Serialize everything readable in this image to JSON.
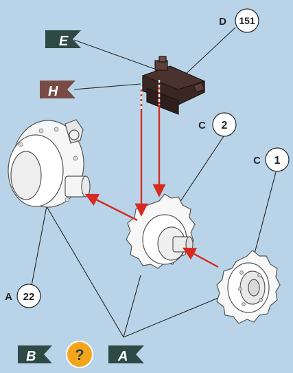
{
  "flags": {
    "e": {
      "text": "E",
      "color": "#2f4a45"
    },
    "h": {
      "text": "H",
      "color": "#7a4b45"
    },
    "b": {
      "text": "B",
      "color": "#2f4a45"
    },
    "a": {
      "text": "A",
      "color": "#2f4a45"
    }
  },
  "labels": {
    "d151": {
      "letter": "D",
      "number": "151"
    },
    "c2": {
      "letter": "C",
      "number": "2"
    },
    "c1": {
      "letter": "C",
      "number": "1"
    },
    "a22": {
      "letter": "A",
      "number": "22"
    }
  },
  "help": {
    "symbol": "?",
    "color": "#f3a51c"
  },
  "colors": {
    "background": "#b9d4e8",
    "arrow": "#d62a20",
    "part_dark": "#3d2a26",
    "part_light": "#f4f4f4",
    "line": "#222222"
  },
  "icons": [
    "gearbox-part",
    "sprocket-large",
    "sprocket-small",
    "bracket-part",
    "help-icon"
  ]
}
